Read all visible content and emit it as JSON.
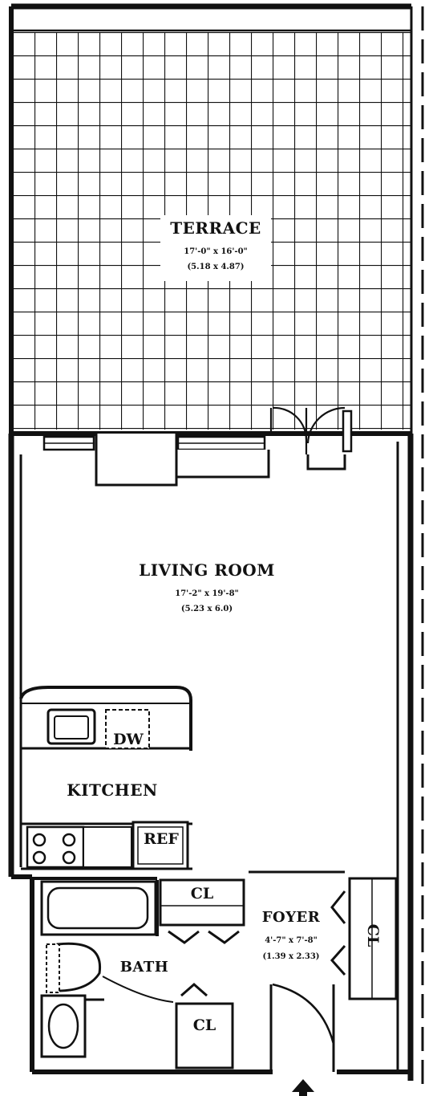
{
  "rooms": {
    "terrace": {
      "name": "TERRACE",
      "dim_imperial": "17'-0\" x 16'-0\"",
      "dim_metric": "(5.18 x 4.87)"
    },
    "living": {
      "name": "LIVING ROOM",
      "dim_imperial": "17'-2\" x 19'-8\"",
      "dim_metric": "(5.23 x 6.0)"
    },
    "kitchen": {
      "name": "KITCHEN"
    },
    "bath": {
      "name": "BATH"
    },
    "foyer": {
      "name": "FOYER",
      "dim_imperial": "4'-7\" x 7'-8\"",
      "dim_metric": "(1.39 x 2.33)"
    }
  },
  "fixtures": {
    "dishwasher": "DW",
    "refrigerator": "REF",
    "closet_upper": "CL",
    "closet_lower": "CL",
    "closet_right": "CL"
  },
  "colors": {
    "line": "#111111",
    "background": "#ffffff"
  }
}
